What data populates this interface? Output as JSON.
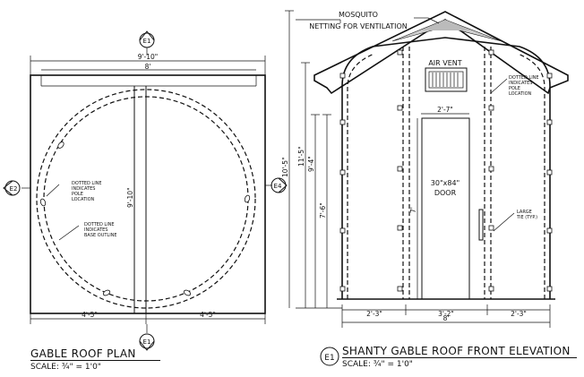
{
  "plan": {
    "title": "GABLE ROOF PLAN",
    "scale": "SCALE: ¾\" = 1'0\"",
    "dim_overall": "9'-10\"",
    "dim_inner": "8'",
    "dim_depth": "9'-10\"",
    "dim_half_left": "4'-5\"",
    "dim_half_right": "4'-5\"",
    "note_pole": "DOTTED LINE\nINDICATES\nPOLE\nLOCATION",
    "note_base": "DOTTED LINE\nINDICATES\nBASE OUTLINE",
    "markers": {
      "top": "E1",
      "bottom": "E1",
      "left": "E2",
      "right": "E4"
    }
  },
  "elevation": {
    "title": "SHANTY GABLE ROOF FRONT ELEVATION",
    "marker": "E1",
    "scale": "SCALE: ¾\" = 1'0\"",
    "mosquito_line1": "MOSQUITO",
    "mosquito_line2": "NETTING FOR VENTILATION",
    "air_vent": "AIR VENT",
    "dim_total_height": "10'-5\"",
    "dim_height_2": "11'-5\"",
    "dim_height_3": "9'-4\"",
    "dim_height_4": "7'-6\"",
    "dim_door_height": "7'",
    "dim_door_width": "2'-7\"",
    "door_label_1": "30\"x84\"",
    "door_label_2": "DOOR",
    "note_pole": "DOTTED LINE\nINDICATES\nPOLE\nLOCATION",
    "note_tie": "LARGE\nTIE (TYP.)",
    "dim_bottom_left": "2'-3\"",
    "dim_bottom_mid": "3'-2\"",
    "dim_bottom_right": "2'-3\"",
    "dim_bottom_total": "8'"
  }
}
